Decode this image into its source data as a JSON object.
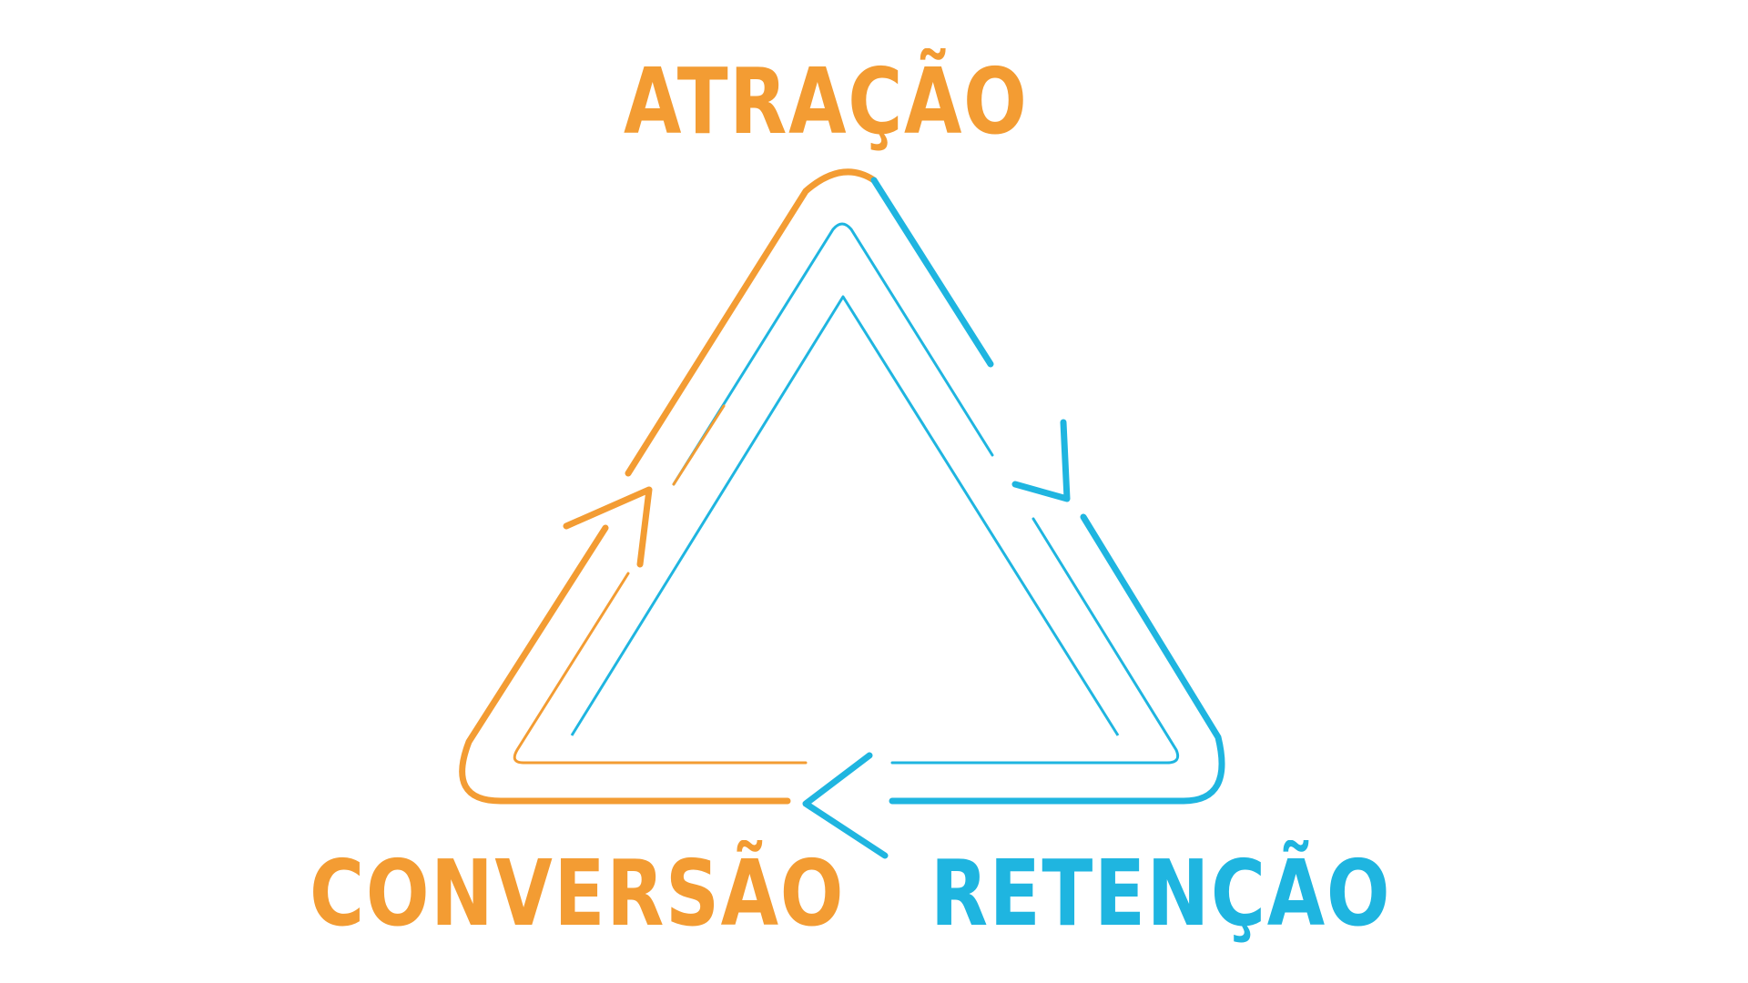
{
  "diagram": {
    "nodes": [
      {
        "id": "top",
        "label": "ATRAÇÃO",
        "color": "#f39c33"
      },
      {
        "id": "right",
        "label": "RETENÇÃO",
        "color": "#1fb5e0"
      },
      {
        "id": "left",
        "label": "CONVERSÃO",
        "color": "#f39c33"
      }
    ],
    "edges": [
      {
        "from": "ATRAÇÃO",
        "to": "RETENÇÃO"
      },
      {
        "from": "RETENÇÃO",
        "to": "CONVERSÃO"
      },
      {
        "from": "CONVERSÃO",
        "to": "ATRAÇÃO"
      }
    ],
    "colors": {
      "orange": "#f39c33",
      "cyan": "#1fb5e0"
    }
  }
}
